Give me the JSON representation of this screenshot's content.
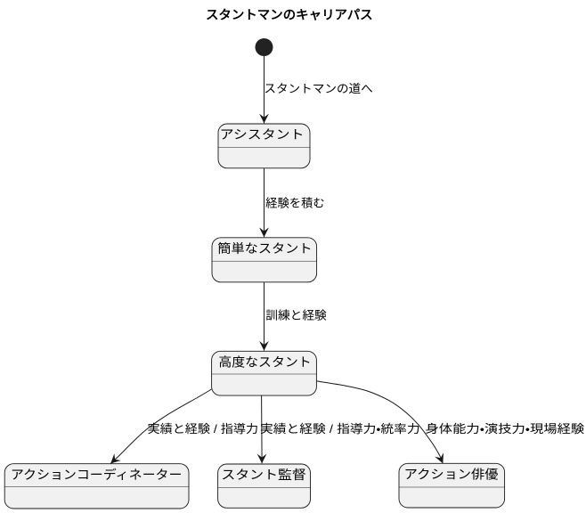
{
  "diagram": {
    "type": "state-diagram",
    "title": "スタントマンのキャリアパス",
    "states": [
      {
        "id": "initial",
        "kind": "initial-pseudostate",
        "label": ""
      },
      {
        "id": "assistant",
        "kind": "state",
        "label": "アシスタント"
      },
      {
        "id": "simple-stunt",
        "kind": "state",
        "label": "簡単なスタント"
      },
      {
        "id": "advanced-stunt",
        "kind": "state",
        "label": "高度なスタント"
      },
      {
        "id": "action-coordinator",
        "kind": "state",
        "label": "アクションコーディネーター"
      },
      {
        "id": "stunt-director",
        "kind": "state",
        "label": "スタント監督"
      },
      {
        "id": "action-actor",
        "kind": "state",
        "label": "アクション俳優"
      }
    ],
    "transitions": [
      {
        "from": "initial",
        "to": "assistant",
        "label": "スタントマンの道へ"
      },
      {
        "from": "assistant",
        "to": "simple-stunt",
        "label": "経験を積む"
      },
      {
        "from": "simple-stunt",
        "to": "advanced-stunt",
        "label": "訓練と経験"
      },
      {
        "from": "advanced-stunt",
        "to": "action-coordinator",
        "label": "実績と経験 / 指導力"
      },
      {
        "from": "advanced-stunt",
        "to": "stunt-director",
        "label": "実績と経験 / 指導力・統率力"
      },
      {
        "from": "advanced-stunt",
        "to": "action-actor",
        "label": "身体能力・演技力・現場経験"
      }
    ],
    "colors": {
      "background": "#ffffff",
      "state_fill": "#f1f1f1",
      "state_border": "#181818",
      "divider": "#181818",
      "edge_line": "#181818",
      "arrowhead": "#181818",
      "text": "#000000",
      "initial_dot": "#222222"
    }
  }
}
